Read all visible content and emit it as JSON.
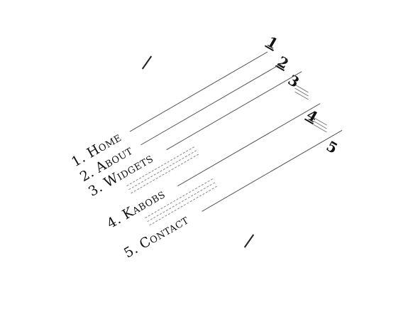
{
  "nav": {
    "items": [
      {
        "num": "1.",
        "label": "Home",
        "page": "1"
      },
      {
        "num": "2.",
        "label": "About",
        "page": "2"
      },
      {
        "num": "3.",
        "label": "Widgets",
        "page": "3"
      },
      {
        "num": "4.",
        "label": "Kabobs",
        "page": "4"
      },
      {
        "num": "5.",
        "label": "Contact",
        "page": "5"
      }
    ]
  },
  "colors": {
    "text": "#111111",
    "leader": "#555555",
    "background": "#ffffff"
  }
}
